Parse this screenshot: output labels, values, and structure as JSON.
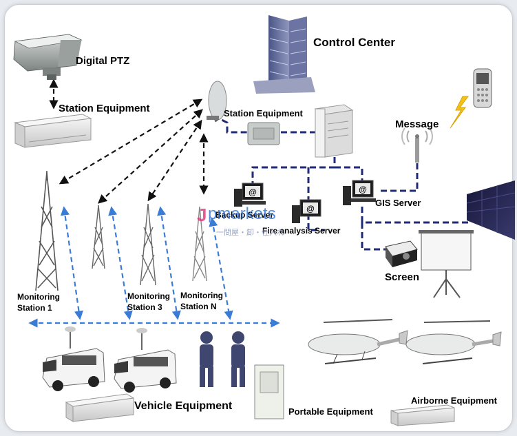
{
  "labels": {
    "digital_ptz": "Digital PTZ",
    "station_equipment_left": "Station Equipment",
    "control_center": "Control Center",
    "station_equipment_center": "Station Equipment",
    "message": "Message",
    "gis_server": "GIS Server",
    "backup_server": "Backup Server",
    "fire_analysis_server": "Fire analysis Server",
    "screen": "Screen",
    "monitoring_station_1_l1": "Monitoring",
    "monitoring_station_1_l2": "Station 1",
    "monitoring_station_3_l1": "Monitoring",
    "monitoring_station_3_l2": "Station 3",
    "monitoring_station_n_l1": "Monitoring",
    "monitoring_station_n_l2": "Station N",
    "vehicle_equipment": "Vehicle Equipment",
    "portable_equipment": "Portable Equipment",
    "airborne_equipment": "Airborne Equipment"
  },
  "watermark": {
    "brand_j": "J",
    "brand_rest": "pmarkets",
    "subtitle": "一問屋・卸・仕入れ"
  },
  "colors": {
    "solid_link": "#1f2a78",
    "wireless_black": "#111111",
    "wireless_blue": "#3a7bd5",
    "watermark_pink": "#e0337a",
    "watermark_blue": "#2d6fd1"
  }
}
